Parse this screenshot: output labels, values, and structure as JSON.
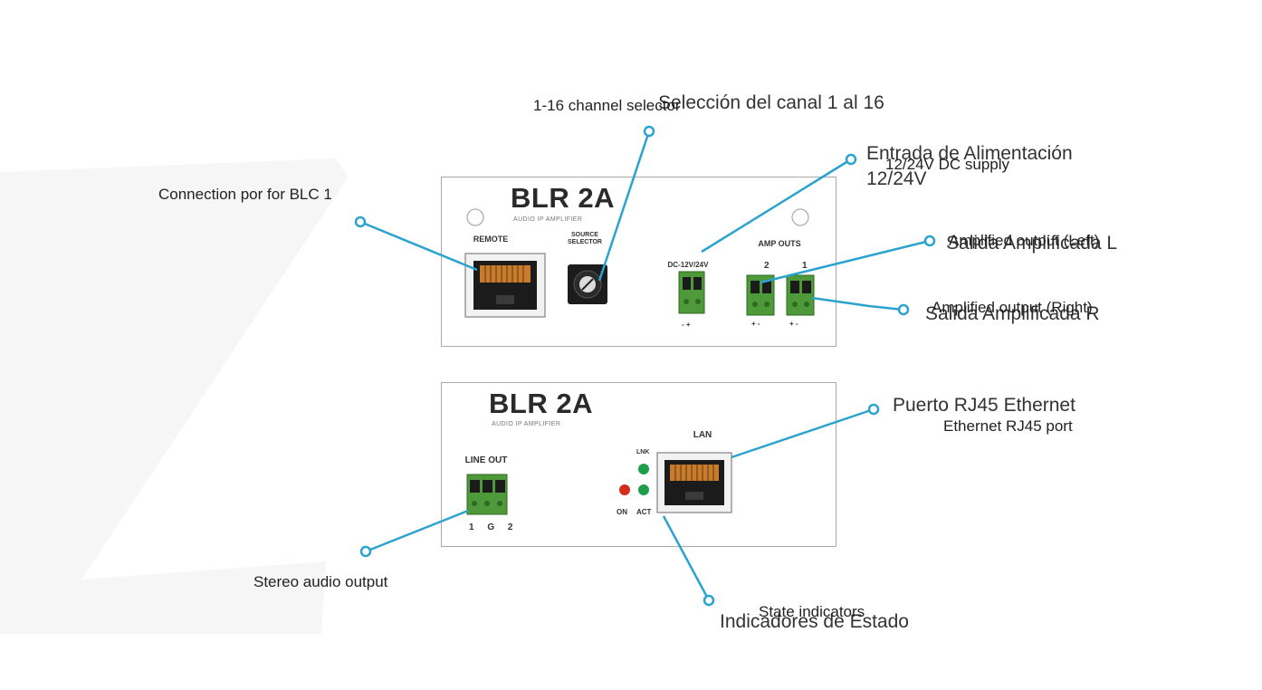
{
  "panel_top": {
    "brand": "BLR 2A",
    "subtitle": "AUDIO IP AMPLIFIER",
    "remote_label": "REMOTE",
    "source_label_1": "SOURCE",
    "source_label_2": "SELECTOR",
    "dc_label": "DC-12V/24V",
    "dc_polarity": "- +",
    "amp_outs_label": "AMP OUTS",
    "amp_ch2": "2",
    "amp_ch1": "1",
    "amp_polarity": "+ -"
  },
  "panel_bottom": {
    "brand": "BLR 2A",
    "subtitle": "AUDIO IP AMPLIFIER",
    "line_out_label": "LINE OUT",
    "line_out_pins": "1 G 2",
    "lan_label": "LAN",
    "lnk_label": "LNK",
    "on_label": "ON",
    "act_label": "ACT"
  },
  "callouts": {
    "remote": "Connection por for BLC 1",
    "selector_en": "1-16 channel selector",
    "selector_es": "Selección del canal 1 al 16",
    "power_es_1": "Entrada de Alimentación",
    "power_es_2": "12/24V",
    "power_en": "12/24V DC supply",
    "amp_left_es": "Salida Amplificada L",
    "amp_left_en": "Amplified output (Left)",
    "amp_right_es": "Salida Amplificada R",
    "amp_right_en": "Amplified output (Right)",
    "ethernet_es": "Puerto RJ45 Ethernet",
    "ethernet_en": "Ethernet RJ45 port",
    "line_out": "Stereo audio output",
    "state_es": "Indicadores de Estado",
    "state_en": "State indicators"
  },
  "colors": {
    "leader": "#2ba3cf",
    "terminal_green": "#4e9a3a",
    "led_green": "#1e9e4a",
    "led_red": "#d42b1e",
    "panel_border": "#a9a9a9"
  }
}
